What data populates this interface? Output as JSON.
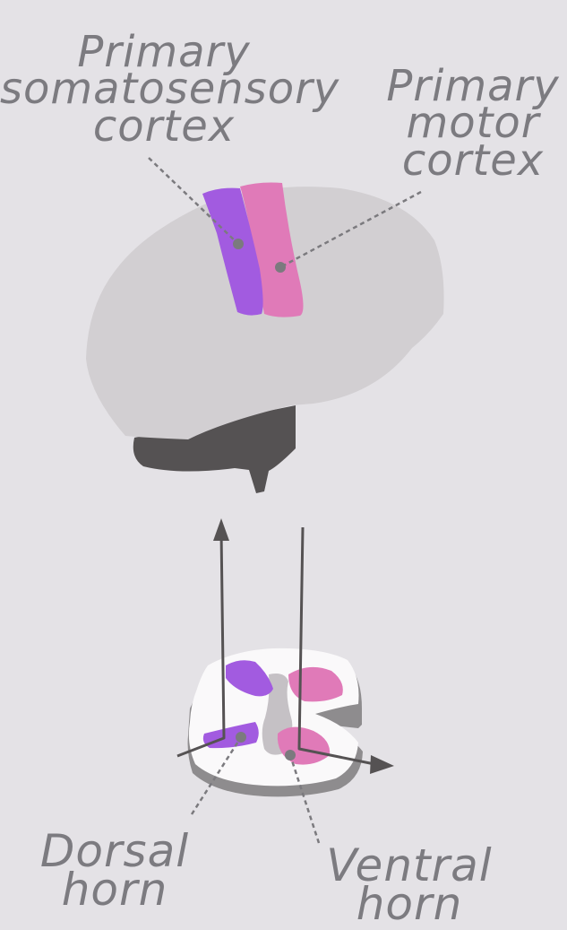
{
  "labels": {
    "somatosensory": {
      "lines": [
        "Primary",
        "somatosensory",
        "cortex"
      ]
    },
    "motor": {
      "lines": [
        "Primary",
        "motor",
        "cortex"
      ]
    },
    "dorsal": {
      "lines": [
        "Dorsal",
        "horn"
      ]
    },
    "ventral": {
      "lines": [
        "Ventral",
        "horn"
      ]
    }
  },
  "colors": {
    "background": "#e4e2e6",
    "brain": "#d2cfd2",
    "brainstem": "#555253",
    "somatosensory": "#a25be0",
    "motor": "#e07ab8",
    "text": "#7c7b80",
    "line": "#555253",
    "pointer": "#7b7a7e"
  }
}
